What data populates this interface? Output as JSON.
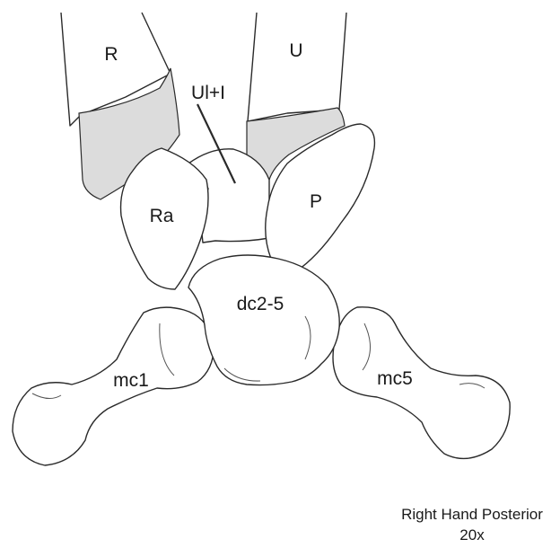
{
  "labels": {
    "radius": "R",
    "ulna": "U",
    "ulnare_intermedium": "Ul+I",
    "radiale": "Ra",
    "pisiform": "P",
    "distal_carpals": "dc2-5",
    "metacarpal_1": "mc1",
    "metacarpal_5": "mc5"
  },
  "caption": {
    "line1": "Right Hand Posterior",
    "line2": "20x"
  },
  "colors": {
    "outline": "#2a2a2a",
    "cartilage_fill": "#dcdcdc",
    "bone_fill": "#ffffff"
  }
}
